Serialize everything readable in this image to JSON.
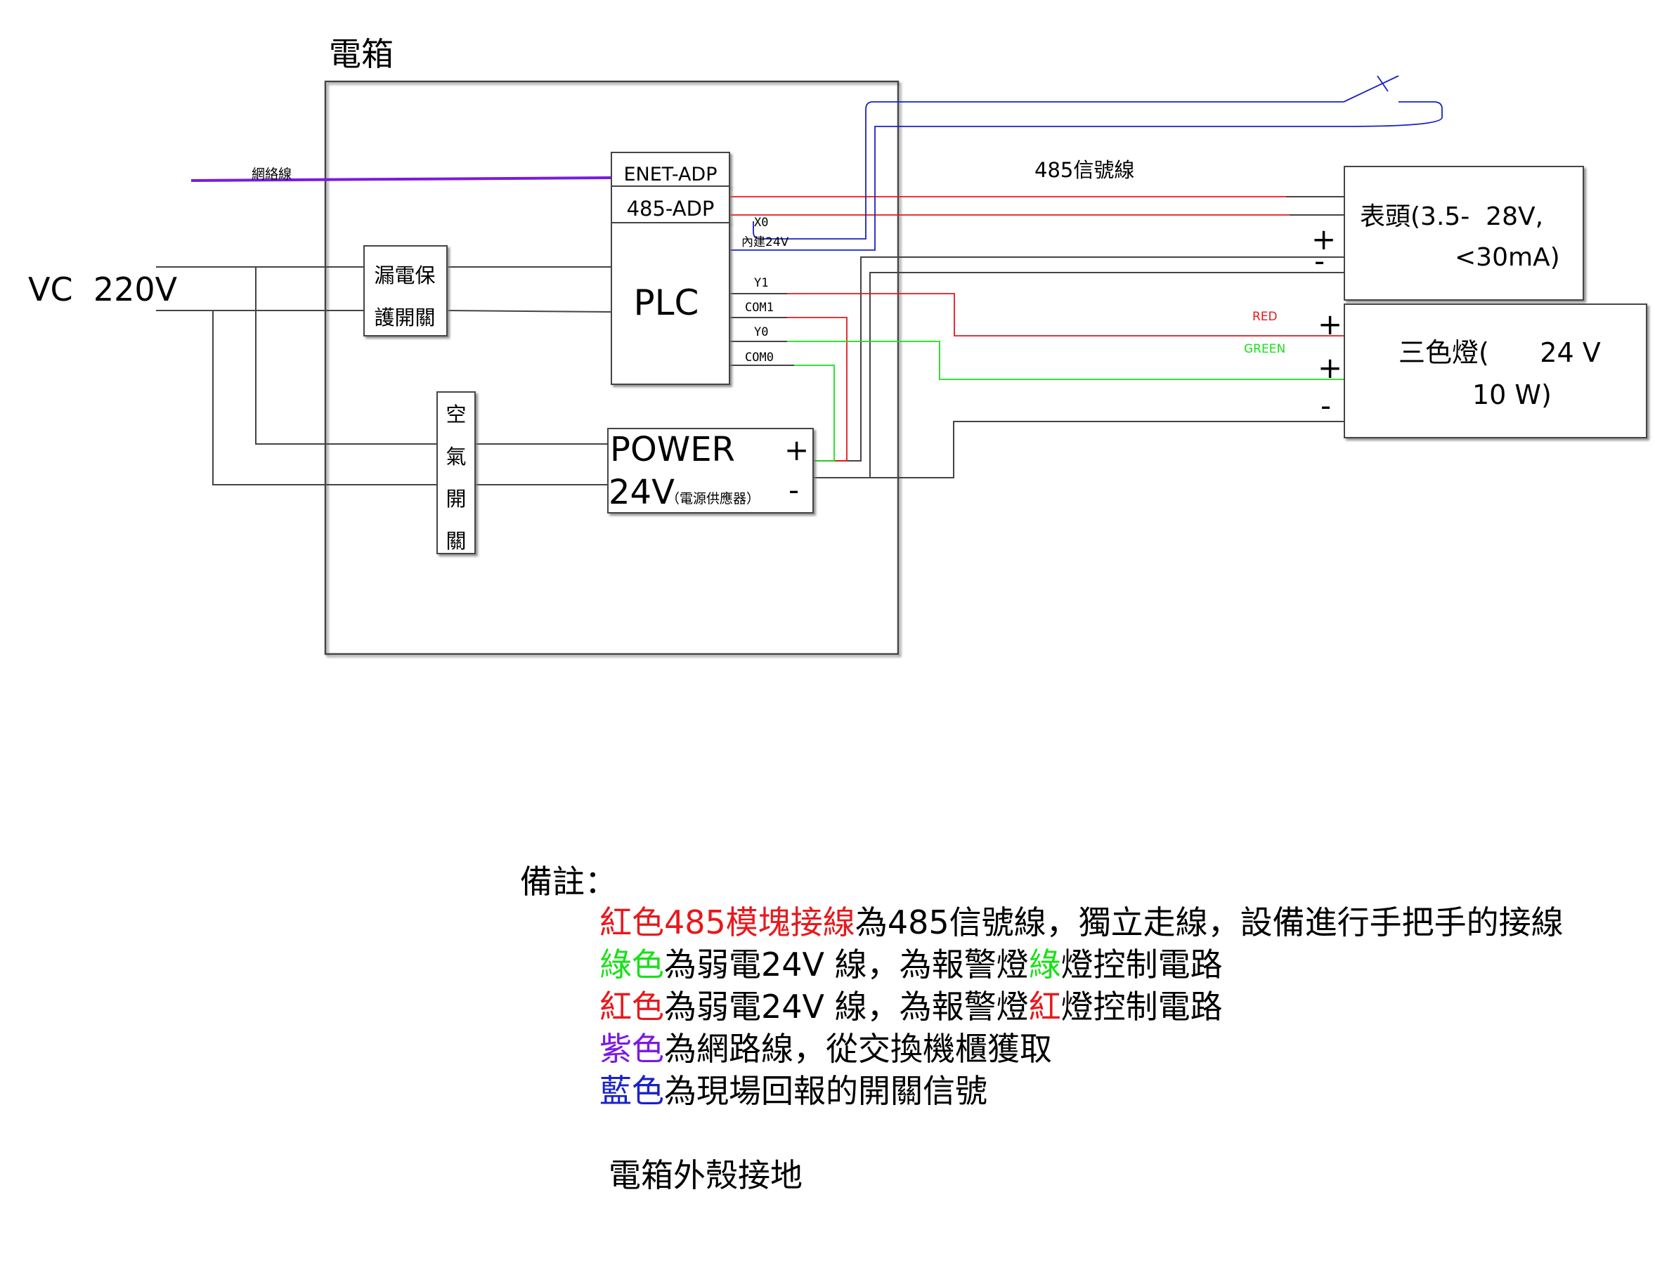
{
  "enclosure": {
    "title": "電箱"
  },
  "labels": {
    "network_cable": "網絡線",
    "supply": "VC  220V",
    "signal_485": "485信號線",
    "red": "RED",
    "green": "GREEN",
    "plus": "+",
    "minus": "-"
  },
  "modules": {
    "enet_adp": "ENET-ADP",
    "adp_485": "485-ADP",
    "plc": "PLC",
    "leakage_breaker": [
      "漏電保",
      "護開關"
    ],
    "air_switch": [
      "空",
      "氣",
      "開",
      "關"
    ],
    "power_line1": "POWER",
    "power_line2": "24V",
    "power_sub": "（電源供應器）"
  },
  "terminals": {
    "x0": "X0",
    "internal_24v": "內建24V",
    "y1": "Y1",
    "com1": "COM1",
    "y0": "Y0",
    "com0": "COM0"
  },
  "devices": {
    "meter_line1": "表頭(3.5-  28V,",
    "meter_line2": "<30mA)",
    "tower_light_line1": "三色燈(      24 V",
    "tower_light_line2": "10 W)"
  },
  "notes": {
    "heading": "備註：",
    "line1": {
      "colored": "紅色485模塊接線",
      "rest": "為485信號線，獨立走線，設備進行手把手的接線"
    },
    "line2": {
      "p1": "綠色",
      "p2": "為弱電24V 線，為報警燈",
      "p3": "綠",
      "p4": "燈控制電路"
    },
    "line3": {
      "p1": "紅色",
      "p2": "為弱電24V 線，為報警燈",
      "p3": "紅",
      "p4": "燈控制電路"
    },
    "line4": {
      "p1": "紫色",
      "p2": "為網路線，從交換機櫃獲取"
    },
    "line5": {
      "p1": "藍色",
      "p2": "為現場回報的開關信號"
    },
    "footer": "電箱外殼接地"
  },
  "colors": {
    "red": "#e8181c",
    "green": "#19e019",
    "purple": "#7b1ae0",
    "blue": "#1a20c8",
    "black": "#000000"
  }
}
